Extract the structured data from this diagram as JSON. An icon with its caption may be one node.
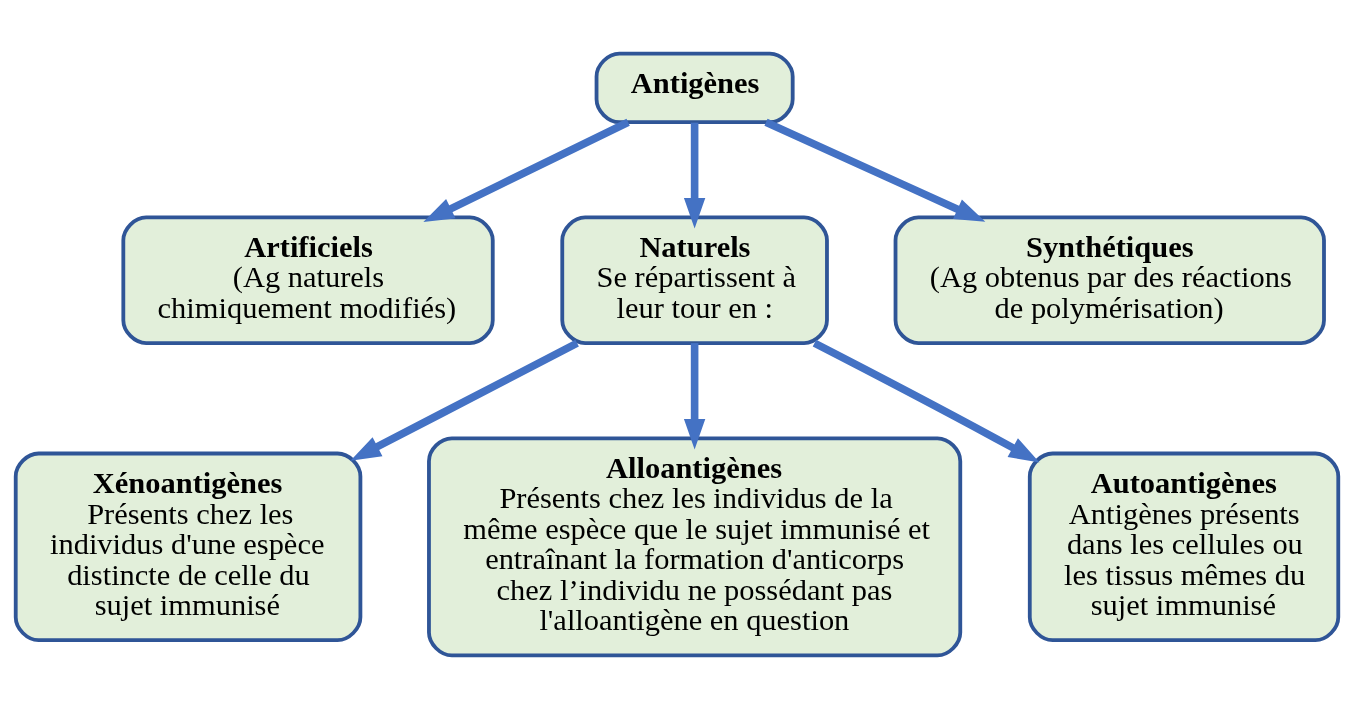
{
  "diagram": {
    "nodes": [
      {
        "text": [
          "Antigènes"
        ]
      },
      {
        "text": [
          "Artificiels",
          "(Ag naturels chimiquement modifiés)"
        ]
      },
      {
        "text": [
          "Naturels",
          "Se répartissent à leur tour en :"
        ]
      },
      {
        "text": [
          "Synthétiques",
          "(Ag obtenus par des réactions de polymérisation)"
        ]
      },
      {
        "text": [
          "Xénoantigènes",
          "Présents chez les individus d'une espèce distincte de celle du sujet immunisé"
        ]
      },
      {
        "text": [
          "Alloantigènes",
          "Présents chez les individus de la même espèce que le sujet immunisé et entraînant la formation d'anticorps chez l’individu ne possédant pas l'alloantigène en question"
        ]
      },
      {
        "text": [
          "Autoantigènes",
          "Antigènes présents dans les cellules ou les tissus mêmes du sujet immunisé"
        ]
      }
    ],
    "edges": [
      {
        "from": 0,
        "to": 1,
        "arrow": "to"
      },
      {
        "from": 0,
        "to": 2,
        "arrow": "to"
      },
      {
        "from": 0,
        "to": 3,
        "arrow": "to"
      },
      {
        "from": 2,
        "to": 4,
        "arrow": "to"
      },
      {
        "from": 2,
        "to": 5,
        "arrow": "to"
      },
      {
        "from": 2,
        "to": 6,
        "arrow": "to"
      }
    ]
  }
}
